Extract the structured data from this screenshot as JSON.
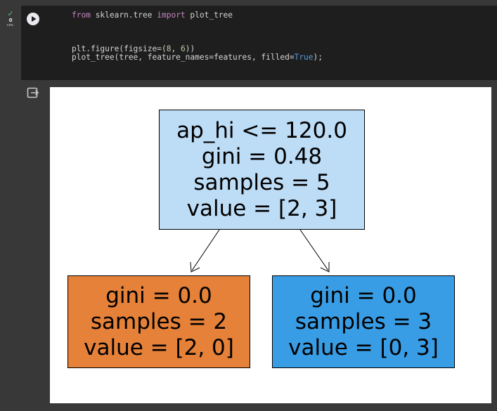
{
  "cell": {
    "exec_count": "0",
    "exec_unit": "сек.",
    "code_lines": [
      [
        {
          "t": "from",
          "c": "kw"
        },
        {
          "t": " sklearn.tree ",
          "c": ""
        },
        {
          "t": "import",
          "c": "kw"
        },
        {
          "t": " plot_tree",
          "c": ""
        }
      ],
      [],
      [],
      [],
      [
        {
          "t": "plt.figure(figsize=(",
          "c": ""
        },
        {
          "t": "8",
          "c": "num"
        },
        {
          "t": ", ",
          "c": ""
        },
        {
          "t": "6",
          "c": "num"
        },
        {
          "t": "))",
          "c": ""
        }
      ],
      [
        {
          "t": "plot_tree(tree, feature_names=features, filled=",
          "c": ""
        },
        {
          "t": "True",
          "c": "const"
        },
        {
          "t": ");",
          "c": ""
        }
      ]
    ]
  },
  "tree": {
    "root": {
      "lines": [
        "ap_hi <= 120.0",
        "gini = 0.48",
        "samples = 5",
        "value = [2, 3]"
      ],
      "color": "#bddcf5"
    },
    "left": {
      "lines": [
        "gini = 0.0",
        "samples = 2",
        "value = [2, 0]"
      ],
      "color": "#e58139"
    },
    "right": {
      "lines": [
        "gini = 0.0",
        "samples = 3",
        "value = [0, 3]"
      ],
      "color": "#399de5"
    }
  },
  "icons": {
    "run": "play-icon",
    "status": "check-icon",
    "output": "output-icon"
  }
}
